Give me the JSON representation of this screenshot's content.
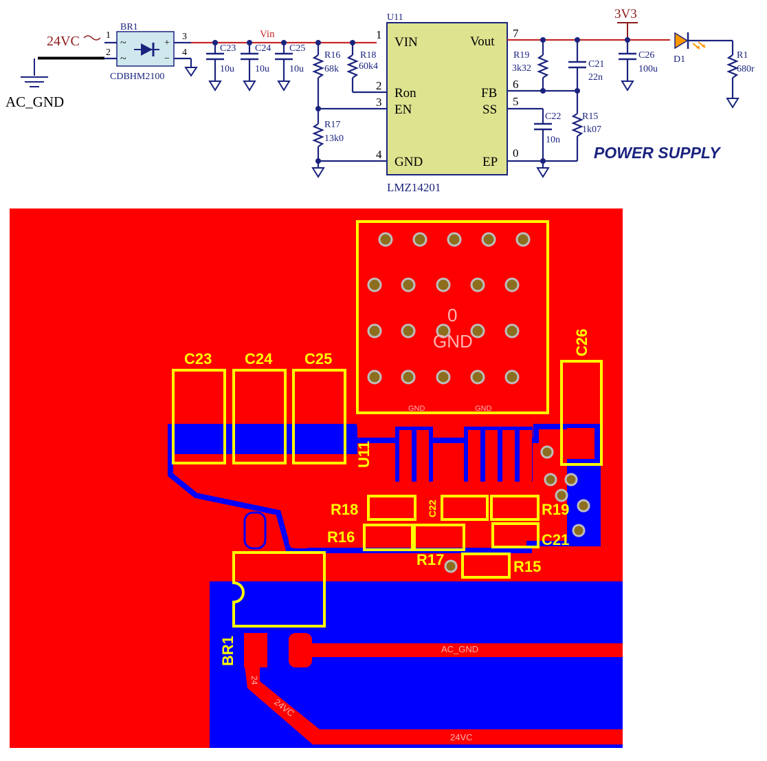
{
  "schematic": {
    "net_24vc": "24VC",
    "net_ac_gnd": "AC_GND",
    "net_vin": "Vin",
    "net_3v3": "3V3",
    "title": "POWER SUPPLY",
    "br1": {
      "ref": "BR1",
      "value": "CDBHM2100",
      "pins": [
        "1",
        "2",
        "3",
        "4"
      ],
      "sym_ac": "~",
      "sym_plus": "+",
      "sym_minus": "−"
    },
    "u11": {
      "ref": "U11",
      "value": "LMZ14201",
      "left_pins": [
        {
          "num": "1",
          "name": "VIN"
        },
        {
          "num": "2",
          "name": "Ron"
        },
        {
          "num": "3",
          "name": "EN"
        },
        {
          "num": "4",
          "name": "GND"
        }
      ],
      "right_pins": [
        {
          "num": "7",
          "name": "Vout"
        },
        {
          "num": "6",
          "name": "FB"
        },
        {
          "num": "5",
          "name": "SS"
        },
        {
          "num": "0",
          "name": "EP"
        }
      ]
    },
    "c23": {
      "ref": "C23",
      "value": "10u"
    },
    "c24": {
      "ref": "C24",
      "value": "10u"
    },
    "c25": {
      "ref": "C25",
      "value": "10u"
    },
    "r16": {
      "ref": "R16",
      "value": "68k"
    },
    "r18": {
      "ref": "R18",
      "value": "60k4"
    },
    "r17": {
      "ref": "R17",
      "value": "13k0"
    },
    "r19": {
      "ref": "R19",
      "value": "3k32"
    },
    "c21": {
      "ref": "C21",
      "value": "22n"
    },
    "c22": {
      "ref": "C22",
      "value": "10n"
    },
    "r15": {
      "ref": "R15",
      "value": "1k07"
    },
    "c26": {
      "ref": "C26",
      "value": "100u"
    },
    "d1": {
      "ref": "D1"
    },
    "r1": {
      "ref": "R1",
      "value": "680r"
    }
  },
  "pcb": {
    "labels": {
      "c23": "C23",
      "c24": "C24",
      "c25": "C25",
      "c26": "C26",
      "u11": "U11",
      "r18": "R18",
      "r16": "R16",
      "r17": "R17",
      "r15": "R15",
      "r19": "R19",
      "c21": "C21",
      "c22": "C22",
      "br1": "BR1"
    },
    "pad_zero": "0",
    "pad_gnd": "GND",
    "gnd_small_1": "GND",
    "gnd_small_2": "GND",
    "trace_ac_gnd": "AC_GND",
    "trace_24vc_1": "24VC",
    "trace_24vc_2": "24VC",
    "pad_24": "24"
  },
  "colors": {
    "schematic_ink": "#1a237e",
    "net_red": "#c62828",
    "ic_fill": "#dde38f",
    "bridge_fill": "#cfe8ee",
    "pcb_top_copper": "#ff0000",
    "pcb_bottom_copper": "#0000ff",
    "silkscreen": "#ffff00",
    "led": "#ff9800"
  }
}
